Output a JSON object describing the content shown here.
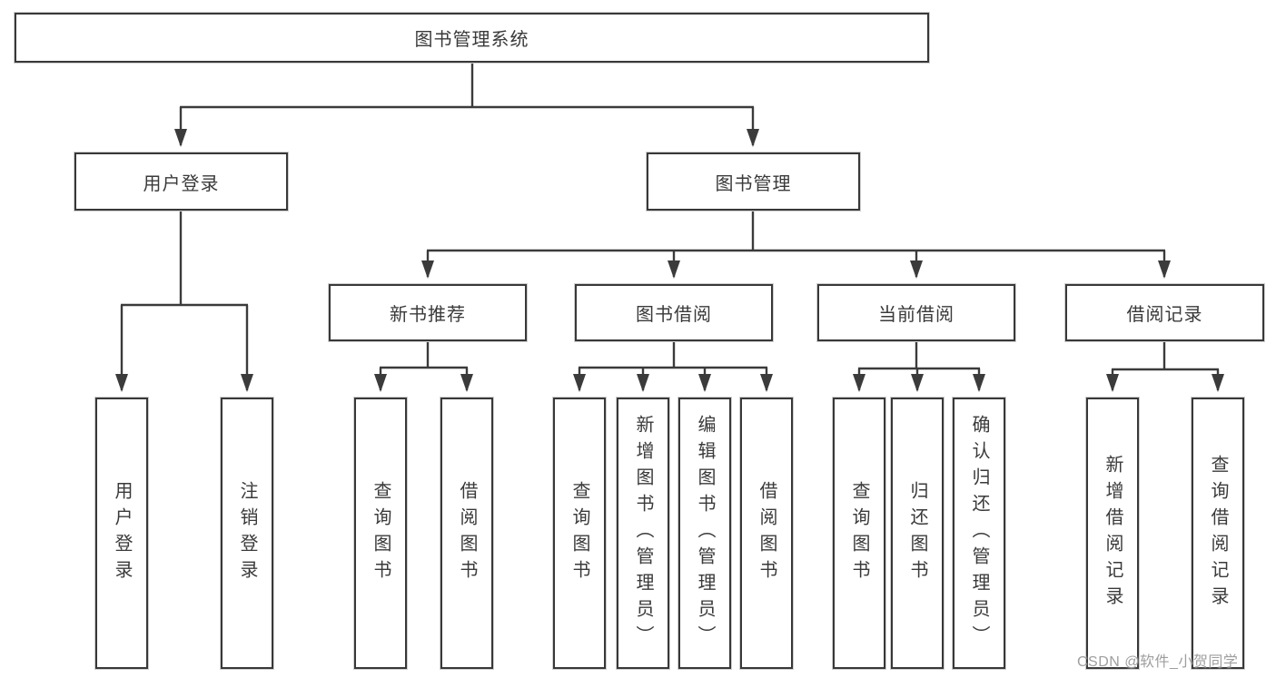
{
  "diagram_title": "图书管理系统",
  "nodes": {
    "root": {
      "label": "图书管理系统"
    },
    "user_login": {
      "label": "用户登录"
    },
    "book_mgmt": {
      "label": "图书管理"
    },
    "new_book_rec": {
      "label": "新书推荐"
    },
    "book_borrow": {
      "label": "图书借阅"
    },
    "current_borrow": {
      "label": "当前借阅"
    },
    "borrow_records": {
      "label": "借阅记录"
    },
    "user_login_leaf": {
      "label": "用户登录"
    },
    "logout_leaf": {
      "label": "注销登录"
    },
    "nbr_query_books": {
      "label": "查询图书"
    },
    "nbr_borrow_books": {
      "label": "借阅图书"
    },
    "bb_query_books": {
      "label": "查询图书"
    },
    "bb_add_books": {
      "label": "新增图书（管理员）"
    },
    "bb_edit_books": {
      "label": "编辑图书（管理员）"
    },
    "bb_borrow_books": {
      "label": "借阅图书"
    },
    "cb_query_books": {
      "label": "查询图书"
    },
    "cb_return_books": {
      "label": "归还图书"
    },
    "cb_confirm_return": {
      "label": "确认归还（管理员）"
    },
    "br_add_record": {
      "label": "新增借阅记录"
    },
    "br_query_record": {
      "label": "查询借阅记录"
    }
  },
  "watermark": {
    "text": "CSDN @软件_小贺同学"
  },
  "colors": {
    "line": "#3b3b3b",
    "box_border": "#383838",
    "box_fill": "#ffffff",
    "text": "#3a3a3a",
    "watermark": "#9e9e9e",
    "background": "#ffffff"
  }
}
